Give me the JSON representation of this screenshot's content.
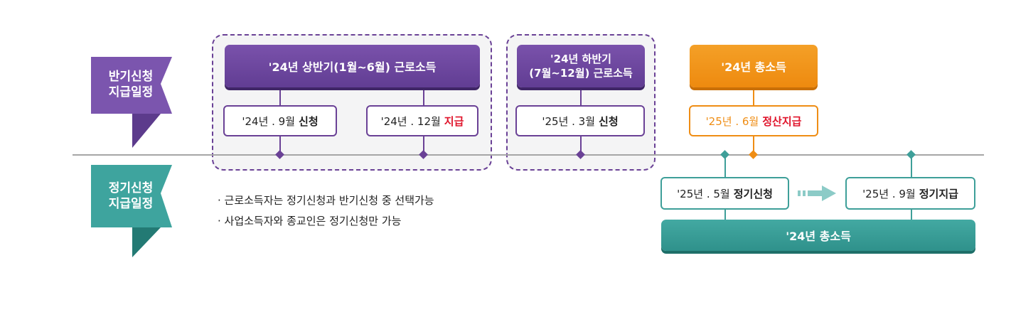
{
  "left_labels": {
    "half_year": {
      "line1": "반기신청",
      "line2": "지급일정",
      "color": "#7b55ae"
    },
    "regular": {
      "line1": "정기신청",
      "line2": "지급일정",
      "color": "#3ea49e"
    }
  },
  "half_year": {
    "first_half": {
      "header": "'24년 상반기(1월~6월) 근로소득",
      "apply_date": "'24년 . 9월",
      "apply_label": "신청",
      "pay_date": "'24년 . 12월",
      "pay_label": "지급"
    },
    "second_half": {
      "header_line1": "'24년 하반기",
      "header_line2": "(7월~12월) 근로소득",
      "apply_date": "'25년 . 3월",
      "apply_label": "신청"
    },
    "total_income": {
      "header": "'24년 총소득",
      "settle_date": "'25년 . 6월",
      "settle_label": "정산지급"
    }
  },
  "regular": {
    "apply_date": "'25년 . 5월",
    "apply_label": "정기신청",
    "pay_date": "'25년 . 9월",
    "pay_label": "정기지급",
    "footer": "'24년 총소득"
  },
  "notes": [
    "· 근로소득자는 정기신청과 반기신청 중 선택가능",
    "· 사업소득자와 종교인은 정기신청만 가능"
  ],
  "colors": {
    "purple": "#6a4196",
    "orange": "#ef8d14",
    "teal": "#3e9f99",
    "red": "#e0142b"
  }
}
